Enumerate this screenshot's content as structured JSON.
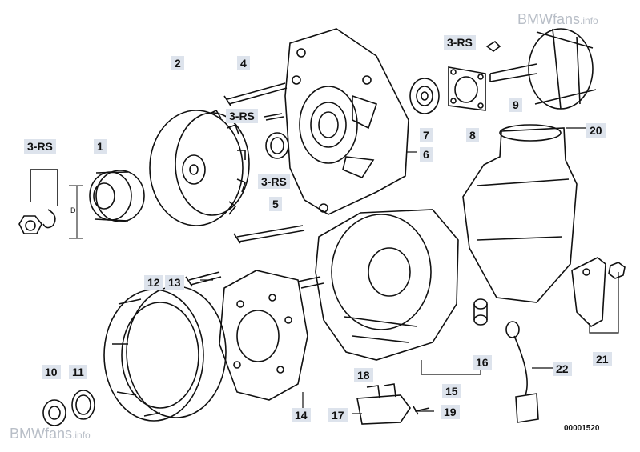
{
  "watermark_top": {
    "main": "BMWfans",
    "suffix": ".info"
  },
  "watermark_bottom": {
    "main": "BMWfans",
    "suffix": ".info"
  },
  "drawing_code": "00001520",
  "dimension_label": "D",
  "labels": {
    "p1": "1",
    "p2": "2",
    "p3rs_a": "3-RS",
    "p3rs_b": "3-RS",
    "p3rs_c": "3-RS",
    "p3rs_d": "3-RS",
    "p4": "4",
    "p5": "5",
    "p6": "6",
    "p7": "7",
    "p8": "8",
    "p9": "9",
    "p10": "10",
    "p11": "11",
    "p12": "12",
    "p13": "13",
    "p14": "14",
    "p15": "15",
    "p16": "16",
    "p17": "17",
    "p18": "18",
    "p19": "19",
    "p20": "20",
    "p21": "21",
    "p22": "22"
  }
}
